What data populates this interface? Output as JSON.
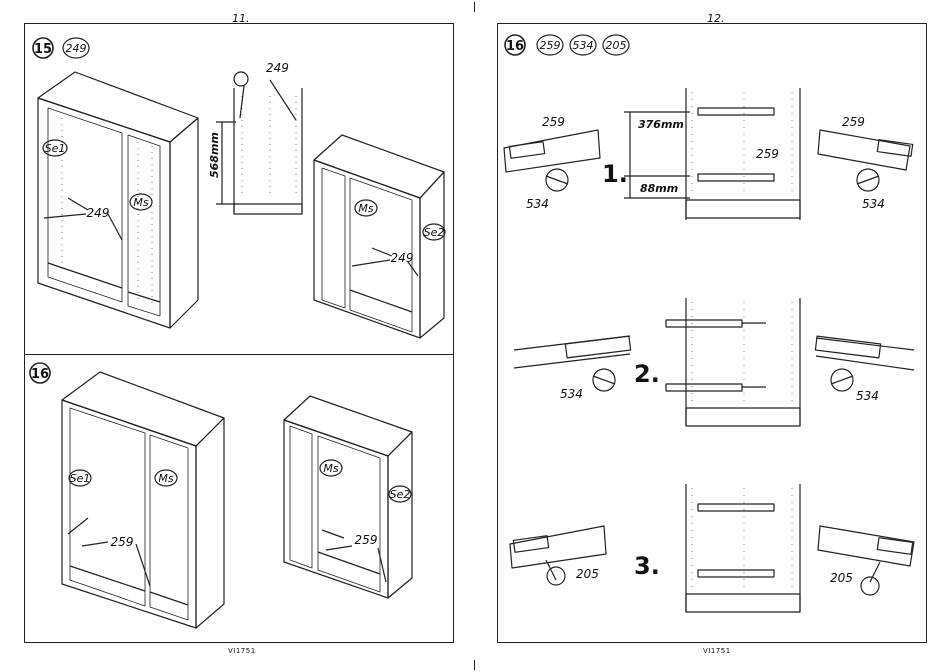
{
  "pages": {
    "left": {
      "number": "11.",
      "footer": "VI1751"
    },
    "right": {
      "number": "12.",
      "footer": "VI1751"
    }
  },
  "step15": {
    "badge": "15",
    "parts": [
      "249"
    ],
    "labels": {
      "screw_top": "249",
      "left_249": "249",
      "right_249": "249",
      "se1": "Se1",
      "ms_left": "Ms",
      "ms_right": "Ms",
      "se2": "Se2"
    },
    "dimension": "568mm"
  },
  "step16_left": {
    "badge": "16",
    "labels": {
      "se1": "Se1",
      "ms_left": "Ms",
      "ms_right": "Ms",
      "se2": "Se2",
      "left_259": "259",
      "right_259": "259"
    }
  },
  "step16_right": {
    "badge": "16",
    "parts": [
      "259",
      "534",
      "205"
    ],
    "sub1": {
      "num": "1.",
      "rail_left": "259",
      "screw_left": "534",
      "rail_center": "259",
      "rail_right": "259",
      "screw_right": "534",
      "dim_top": "376mm",
      "dim_bottom": "88mm"
    },
    "sub2": {
      "num": "2.",
      "screw_left": "534",
      "screw_right": "534"
    },
    "sub3": {
      "num": "3.",
      "screw_left": "205",
      "screw_right": "205"
    }
  }
}
